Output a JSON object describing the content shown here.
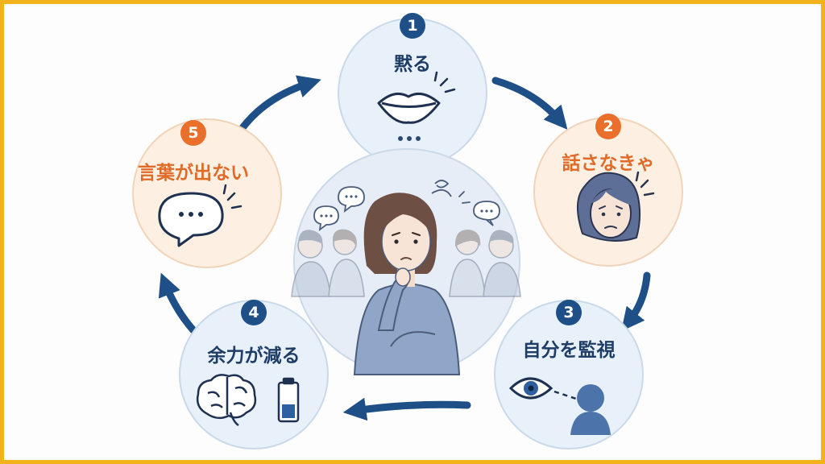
{
  "colors": {
    "frame": "#f2b21c",
    "blue_accent": "#1f4f87",
    "orange_accent": "#ea6f2b",
    "blue_circle_fill": "#e8f1fa",
    "orange_circle_fill": "#fdf0e3"
  },
  "steps": [
    {
      "number": "1",
      "label": "黙る",
      "icon": "lips-icon",
      "theme": "blue"
    },
    {
      "number": "2",
      "label": "話さなきゃ",
      "icon": "worried-face-icon",
      "theme": "orange"
    },
    {
      "number": "3",
      "label": "自分を監視",
      "icon": "eye-watching-icon",
      "theme": "blue"
    },
    {
      "number": "4",
      "label": "余力が減る",
      "icon": "brain-battery-icon",
      "theme": "blue"
    },
    {
      "number": "5",
      "label": "言葉が出ない",
      "icon": "speech-bubble-icon",
      "theme": "orange"
    }
  ],
  "center": {
    "icon": "anxious-woman-in-crowd-icon"
  }
}
